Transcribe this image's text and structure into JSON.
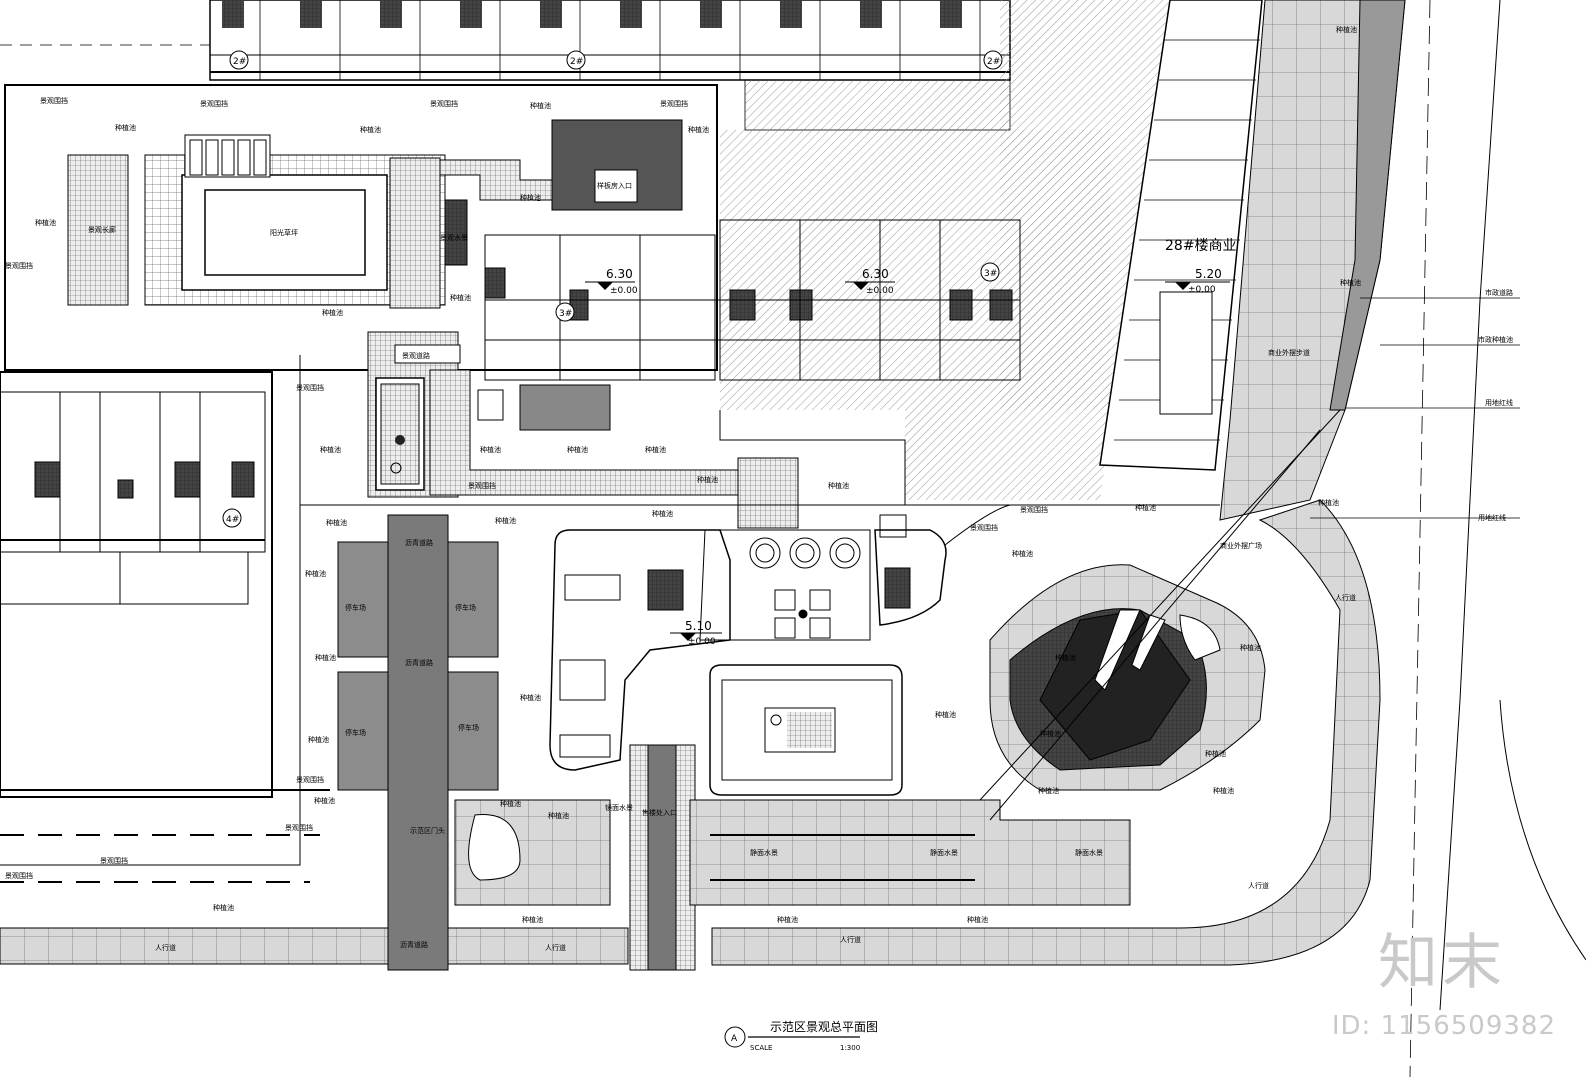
{
  "drawing": {
    "title": "示范区景观总平面图",
    "scale_label": "SCALE",
    "scale_value": "1:300",
    "view_marker": "A"
  },
  "buildings": {
    "b2_tag_1": "2#",
    "b2_tag_2": "2#",
    "b2_tag_3": "2#",
    "b3_tag_1": "3#",
    "b3_tag_2": "3#",
    "b4_tag": "4#",
    "commercial_label": "28#楼商业",
    "commercial_elev": "5.20",
    "commercial_datum": "±0.00",
    "elev_1": "6.30",
    "elev_1_datum": "±0.00",
    "elev_2": "6.30",
    "elev_2_datum": "±0.00",
    "elev_3": "5.10",
    "elev_3_datum": "±0.00"
  },
  "labels": {
    "planting": "种植池",
    "landscape_wall": "景观围挡",
    "sunken_court": "阳光草坪",
    "landscape_corridor": "景观长廊",
    "model_entrance": "样板房入口",
    "landscape_water": "景观水景",
    "landscape_path": "景观道路",
    "asphalt_road": "沥青道路",
    "parking": "停车场",
    "gate": "示范区门头",
    "mirror_water": "镜面水景",
    "sales_entrance": "售楼处入口",
    "sidewalk": "人行道",
    "still_water": "静面水景",
    "municipal_road": "市政道路",
    "municipal_planting": "市政种植池",
    "red_line": "用地红线",
    "paving": "商业外摆广场",
    "pavement_shop": "商业外摆步道"
  },
  "watermark": {
    "logo": "知末",
    "id": "ID: 1156509382"
  }
}
